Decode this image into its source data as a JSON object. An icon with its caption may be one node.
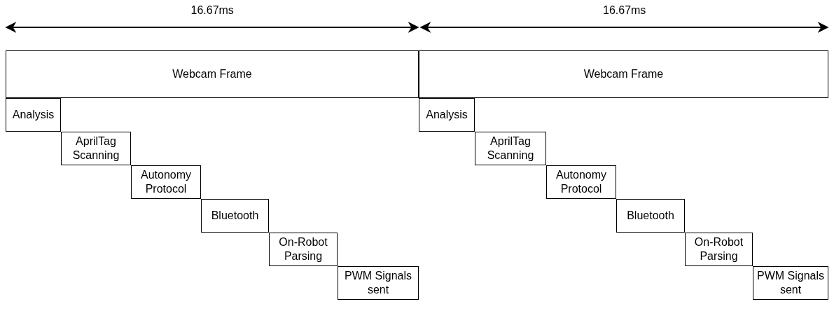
{
  "diagram": {
    "nodes": [
      {
        "text": [
          "Webcam Frame"
        ]
      },
      {
        "text": [
          "Analysis"
        ]
      },
      {
        "text": [
          "AprilTag Scanning"
        ]
      },
      {
        "text": [
          "Autonomy Protocol"
        ]
      },
      {
        "text": [
          "Bluetooth"
        ]
      },
      {
        "text": [
          "On-Robot Parsing"
        ]
      },
      {
        "text": [
          "PWM Signals sent"
        ]
      },
      {
        "text": [
          "Webcam Frame"
        ]
      },
      {
        "text": [
          "Analysis"
        ]
      },
      {
        "text": [
          "AprilTag Scanning"
        ]
      },
      {
        "text": [
          "Autonomy Protocol"
        ]
      },
      {
        "text": [
          "Bluetooth"
        ]
      },
      {
        "text": [
          "On-Robot Parsing"
        ]
      },
      {
        "text": [
          "PWM Signals sent"
        ]
      }
    ],
    "labels": [
      "16.67ms",
      "16.67ms"
    ]
  }
}
